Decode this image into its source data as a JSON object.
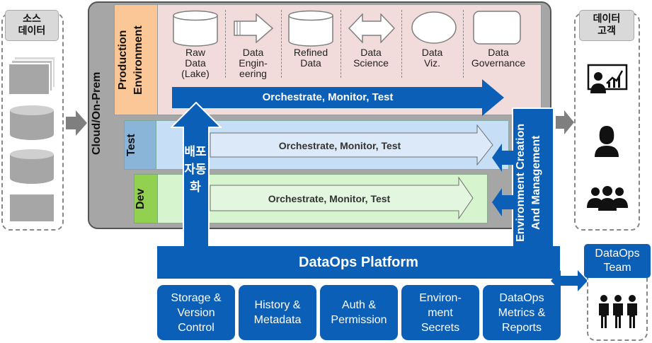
{
  "source": {
    "title": "소스\n데이터",
    "icons": [
      "documents-icon",
      "database-icon",
      "database-icon",
      "file-icon"
    ]
  },
  "consumer": {
    "title": "데이터\n고객",
    "icons": [
      "presentation-icon",
      "person-icon",
      "group-icon"
    ]
  },
  "cloud_label": "Cloud/On-Prem",
  "environments": {
    "production": "Production\nEnvironment",
    "test": "Test",
    "dev": "Dev"
  },
  "pipeline": [
    {
      "label": "Raw\nData\n(Lake)",
      "shape": "cylinder"
    },
    {
      "label": "Data\nEngin-\neering",
      "shape": "arrow"
    },
    {
      "label": "Refined\nData",
      "shape": "cylinder"
    },
    {
      "label": "Data\nScience",
      "shape": "double-arrow"
    },
    {
      "label": "Data\nViz.",
      "shape": "ellipse"
    },
    {
      "label": "Data\nGovernance",
      "shape": "rounded-rect"
    }
  ],
  "orchestrate": {
    "production": "Orchestrate, Monitor, Test",
    "test": "Orchestrate, Monitor, Test",
    "dev": "Orchestrate, Monitor, Test"
  },
  "deploy_label": "배포\n자동화",
  "env_mgmt_label": "Environment Creation\nAnd Management",
  "platform_label": "DataOps Platform",
  "modules": [
    "Storage &\nVersion\nControl",
    "History &\nMetadata",
    "Auth &\nPermission",
    "Environ-\nment\nSecrets",
    "DataOps\nMetrics &\nReports"
  ],
  "team_label": "DataOps\nTeam",
  "colors": {
    "blue": "#0b5fb6",
    "production_bg": "#f2dcdb",
    "production_label": "#fbc797",
    "test_bg": "#c6dff7",
    "test_label": "#8ab4d8",
    "dev_bg": "#d6f5cf",
    "dev_label": "#92d050",
    "cloud_bg": "#a6a6a6"
  }
}
